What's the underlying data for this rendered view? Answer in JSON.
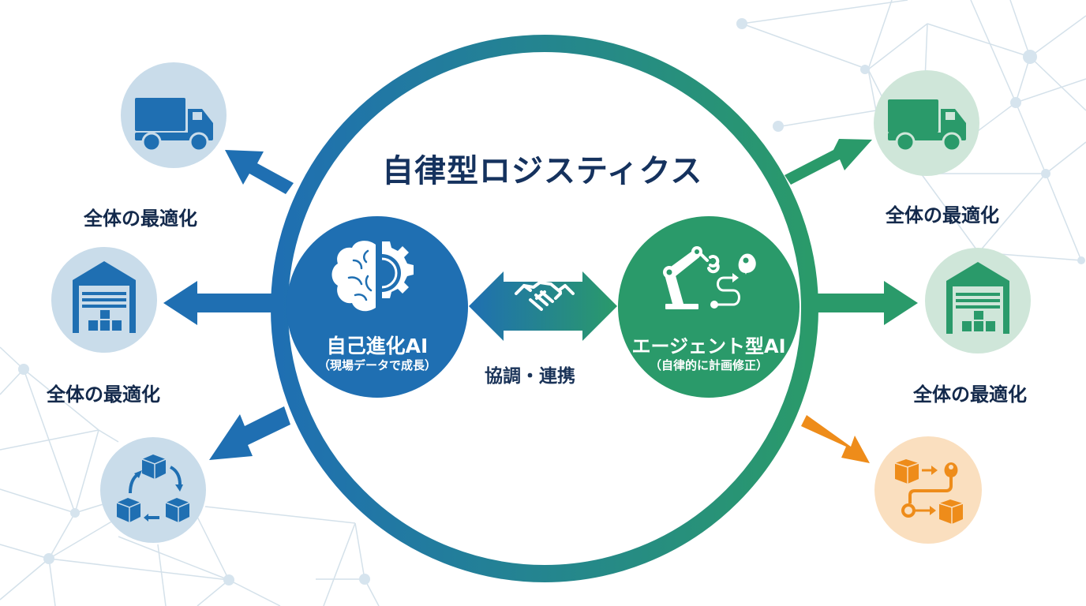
{
  "title": "自律型ロジスティクス",
  "colors": {
    "blue": "#1f6fb2",
    "green": "#2a9a6a",
    "orange": "#ee8c1a",
    "dark_text": "#13294b",
    "blue_bg_circle": "#c9dcea",
    "green_bg_circle": "#cfe6d9",
    "orange_bg_circle": "#fadfbf",
    "network_line": "#d4e1ea"
  },
  "center_nodes": {
    "left": {
      "title": "自己進化AI",
      "subtitle": "（現場データで成長）",
      "icon": "brain-gear-icon"
    },
    "right": {
      "title": "エージェント型AI",
      "subtitle": "（自律的に計画修正）",
      "icon": "robot-arm-route-icon"
    },
    "link": {
      "label": "協調・連携",
      "icon": "handshake-icon"
    }
  },
  "outcomes": {
    "left": [
      {
        "label": "全体の最適化",
        "icon": "truck-icon"
      },
      {
        "label": "全体の最適化",
        "icon": "warehouse-icon"
      },
      {
        "label": "",
        "icon": "box-cycle-icon"
      }
    ],
    "right": [
      {
        "label": "全体の最適化",
        "icon": "truck-icon"
      },
      {
        "label": "全体の最適化",
        "icon": "warehouse-icon"
      },
      {
        "label": "",
        "icon": "box-route-icon"
      }
    ]
  }
}
